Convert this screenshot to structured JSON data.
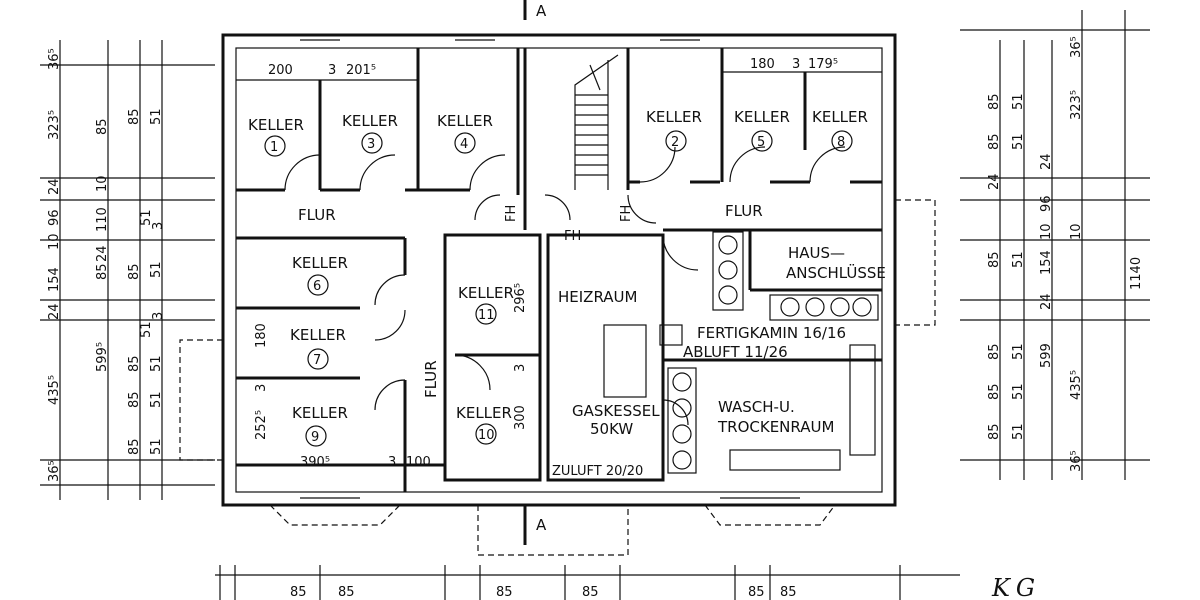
{
  "plan": {
    "level_label": "KG",
    "rooms": {
      "keller_1": {
        "name": "KELLER",
        "number": "1"
      },
      "keller_3": {
        "name": "KELLER",
        "number": "3"
      },
      "keller_4": {
        "name": "KELLER",
        "number": "4"
      },
      "keller_2": {
        "name": "KELLER",
        "number": "2"
      },
      "keller_5": {
        "name": "KELLER",
        "number": "5"
      },
      "keller_8": {
        "name": "KELLER",
        "number": "8"
      },
      "keller_6": {
        "name": "KELLER",
        "number": "6"
      },
      "keller_7": {
        "name": "KELLER",
        "number": "7"
      },
      "keller_9": {
        "name": "KELLER",
        "number": "9"
      },
      "keller_11": {
        "name": "KELLER",
        "number": "11"
      },
      "keller_10": {
        "name": "KELLER",
        "number": "10"
      },
      "flur_left": "FLUR",
      "flur_right": "FLUR",
      "flur_vertical": "FLUR",
      "heizraum": "HEIZRAUM",
      "hausanschluesse_1": "HAUS—",
      "hausanschluesse_2": "ANSCHLÜSSE",
      "gaskessel_1": "GASKESSEL",
      "gaskessel_2": "50KW",
      "zuluft": "ZULUFT 20/20",
      "fertigkamin": "FERTIGKAMIN 16/16",
      "abluft": "ABLUFT 11/26",
      "wasch_1": "WASCH-U.",
      "wasch_2": "TROCKENRAUM",
      "fh_1": "FH",
      "fh_2": "FH",
      "fh_3": "FH"
    },
    "section_marks": {
      "top": "A",
      "bottom": "A"
    },
    "room_dimensions": {
      "k1_width": "200",
      "k1_wall": "3",
      "k3_width": "201⁵",
      "k5_width": "180",
      "k5_wall": "3",
      "k8_width": "179⁵",
      "k11_height": "296⁵",
      "k7_height": "180",
      "k7_wall": "3",
      "k9_height": "252⁵",
      "k9_width": "390⁵",
      "k9_wall": "3",
      "k9_width2": "100",
      "k10_wall": "3",
      "k10_height": "300"
    },
    "left_dimensions": {
      "col_outer": [
        "36⁵",
        "323⁵",
        "24",
        "96",
        "10",
        "154",
        "24",
        "435⁵",
        "36⁵"
      ],
      "col_mid": [
        "85",
        "10",
        "110",
        "24",
        "85",
        "599⁵",
        "85",
        "85",
        "85"
      ],
      "col_inner": [
        "85",
        "51",
        "51",
        "85",
        "51",
        "51",
        "51",
        "51",
        "51"
      ],
      "tiny": [
        "3",
        "3"
      ]
    },
    "right_dimensions": {
      "col_a": [
        "85",
        "85",
        "24",
        "85",
        "85",
        "85",
        "85"
      ],
      "col_b": [
        "51",
        "51",
        "10",
        "51",
        "51",
        "51",
        "51"
      ],
      "col_c": [
        "36⁵",
        "323⁵",
        "24",
        "96",
        "10",
        "154",
        "24",
        "599",
        "435⁵",
        "36⁵"
      ],
      "col_total": "1140"
    },
    "bottom_dimensions": [
      "85",
      "85",
      "85",
      "85",
      "85",
      "85"
    ]
  }
}
